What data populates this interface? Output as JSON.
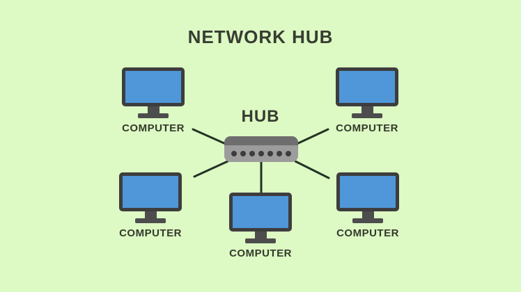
{
  "title": "NETWORK HUB",
  "hub": {
    "label": "HUB",
    "port_count": 7
  },
  "computers": [
    {
      "label": "COMPUTER",
      "position": "top-left"
    },
    {
      "label": "COMPUTER",
      "position": "top-right"
    },
    {
      "label": "COMPUTER",
      "position": "bottom-left"
    },
    {
      "label": "COMPUTER",
      "position": "bottom-right"
    },
    {
      "label": "COMPUTER",
      "position": "bottom-center"
    }
  ],
  "colors": {
    "background": "#ddf9c4",
    "title_text": "#363d31",
    "label_text": "#333a2c",
    "connection_line": "#243223",
    "monitor_frame": "#3d3d3d",
    "monitor_screen": "#4f97d9",
    "monitor_stand": "#4d4d4d",
    "hub_body": "#9c9c9c",
    "hub_top_strip": "#6e6e6e",
    "hub_port_dot": "#3c3c3c"
  }
}
